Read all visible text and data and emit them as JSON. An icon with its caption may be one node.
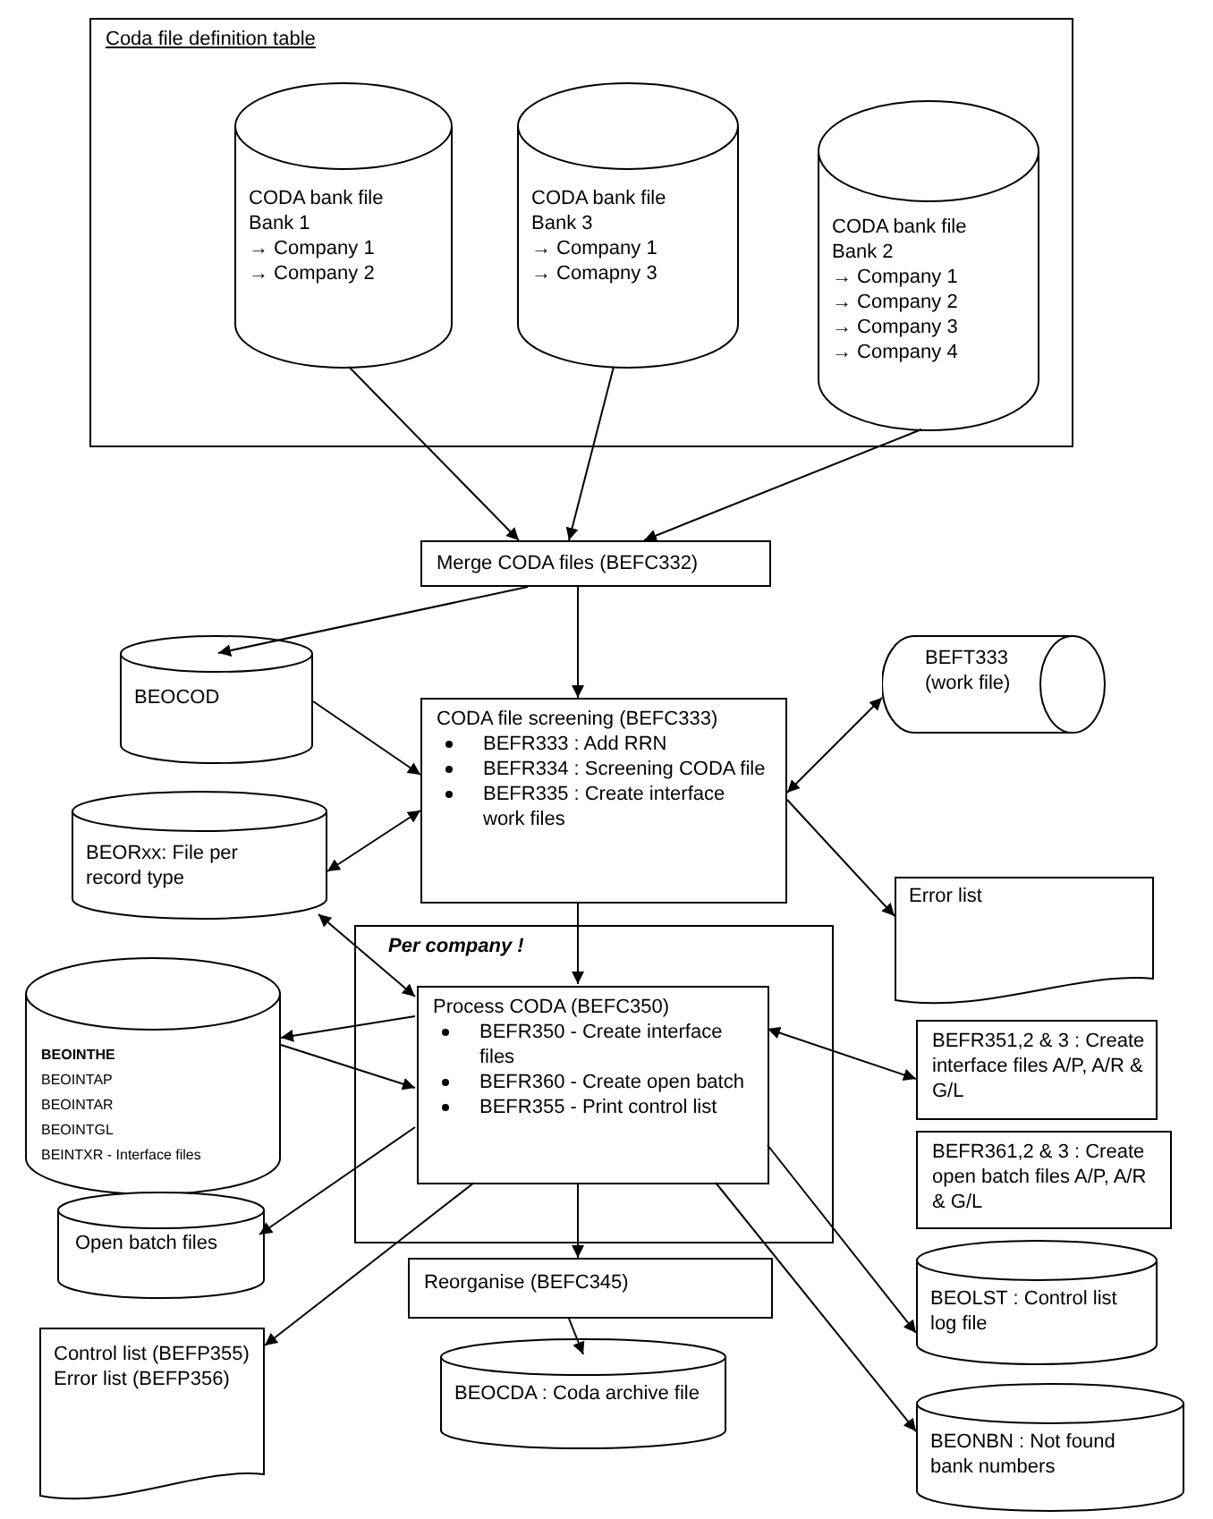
{
  "diagram": {
    "nodes": [
      {
        "text": [
          "Coda file definition table"
        ]
      },
      {
        "text": [
          "CODA bank file",
          "Bank 1",
          "→ Company 1",
          "→ Company 2"
        ],
        "in": 0
      },
      {
        "text": [
          "CODA bank file",
          "Bank 3",
          "→ Company 1",
          "→ Comapny 3"
        ],
        "in": 0
      },
      {
        "text": [
          "CODA bank file",
          "Bank 2",
          "→ Company 1",
          "→ Company 2",
          "→ Company 3",
          "→ Company 4"
        ],
        "in": 0
      },
      {
        "text": [
          "Merge CODA files (BEFC332)"
        ]
      },
      {
        "text": [
          "BEOCOD"
        ]
      },
      {
        "text": [
          "CODA file screening (BEFC333)",
          "BEFR333 : Add RRN",
          "BEFR334 : Screening CODA file",
          "BEFR335 : Create interface work files"
        ]
      },
      {
        "text": [
          "BEFT333 (work file)"
        ]
      },
      {
        "text": [
          "Error list"
        ]
      },
      {
        "text": [
          "BEORxx: File per record type"
        ]
      },
      {
        "text": [
          "Per company !"
        ]
      },
      {
        "text": [
          "Process CODA (BEFC350)",
          "BEFR350 - Create interface files",
          "BEFR360 - Create open batch",
          "BEFR355 - Print control list"
        ],
        "in": 10
      },
      {
        "text": [
          "BEOINTHE",
          "BEOINTAP",
          "BEOINTAR",
          "BEOINTGL",
          "BEINTXR - Interface files"
        ]
      },
      {
        "text": [
          "Open batch files"
        ]
      },
      {
        "text": [
          "BEFR351,2 & 3 : Create interface files A/P, A/R & G/L"
        ]
      },
      {
        "text": [
          "BEFR361,2 & 3 : Create open batch files A/P, A/R & G/L"
        ]
      },
      {
        "text": [
          "Reorganise (BEFC345)"
        ]
      },
      {
        "text": [
          "Control list (BEFP355)",
          "Error list (BEFP356)"
        ]
      },
      {
        "text": [
          "BEOCDA : Coda archive file"
        ]
      },
      {
        "text": [
          "BEOLST : Control list log file"
        ]
      },
      {
        "text": [
          "BEONBN : Not found bank numbers"
        ]
      }
    ],
    "edges": [
      {
        "from": 1,
        "to": 4,
        "arrow": "to"
      },
      {
        "from": 2,
        "to": 4,
        "arrow": "to"
      },
      {
        "from": 3,
        "to": 4,
        "arrow": "to"
      },
      {
        "from": 4,
        "to": 5,
        "arrow": "to"
      },
      {
        "from": 4,
        "to": 6,
        "arrow": "to"
      },
      {
        "from": 5,
        "to": 6,
        "arrow": "to"
      },
      {
        "from": 6,
        "to": 7,
        "arrow": "both"
      },
      {
        "from": 6,
        "to": 8,
        "arrow": "to"
      },
      {
        "from": 6,
        "to": 9,
        "arrow": "both"
      },
      {
        "from": 9,
        "to": 11,
        "arrow": "both"
      },
      {
        "from": 6,
        "to": 11,
        "arrow": "to"
      },
      {
        "from": 11,
        "to": 12,
        "arrow": "to"
      },
      {
        "from": 12,
        "to": 11,
        "arrow": "to"
      },
      {
        "from": 11,
        "to": 13,
        "arrow": "to"
      },
      {
        "from": 11,
        "to": 14,
        "arrow": "both"
      },
      {
        "from": 11,
        "to": 16,
        "arrow": "to"
      },
      {
        "from": 11,
        "to": 17,
        "arrow": "to"
      },
      {
        "from": 11,
        "to": 19,
        "arrow": "to"
      },
      {
        "from": 11,
        "to": 20,
        "arrow": "to"
      },
      {
        "from": 16,
        "to": 18,
        "arrow": "to"
      }
    ]
  }
}
